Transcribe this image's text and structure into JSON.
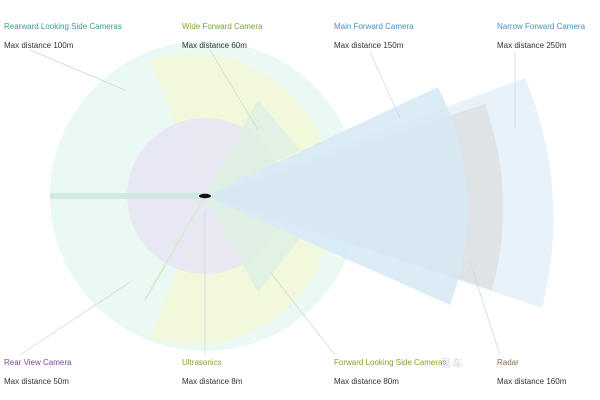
{
  "sensors": [
    {
      "key": "rearward",
      "name": "Rearward Looking Side Cameras",
      "distance": "Max distance 100m",
      "color": "#3a9a8f"
    },
    {
      "key": "wide",
      "name": "Wide Forward Camera",
      "distance": "Max distance 60m",
      "color": "#7aa33a"
    },
    {
      "key": "main",
      "name": "Main Forward Camera",
      "distance": "Max distance 150m",
      "color": "#4a8fc0"
    },
    {
      "key": "narrow",
      "name": "Narrow Forward Camera",
      "distance": "Max distance 250m",
      "color": "#4a8fc0"
    },
    {
      "key": "rear",
      "name": "Rear View Camera",
      "distance": "Max distance 50m",
      "color": "#7a4a9a"
    },
    {
      "key": "ultrasonics",
      "name": "Ultrasonics",
      "distance": "Max distance 8m",
      "color": "#8aa030"
    },
    {
      "key": "forward_side",
      "name": "Forward Looking Side Cameras",
      "distance": "Max distance 80m",
      "color": "#8aa030"
    },
    {
      "key": "radar",
      "name": "Radar",
      "distance": "Max distance 160m",
      "color": "#8a6a4a"
    }
  ],
  "colors": {
    "rearward_fill": "#e8f8f3",
    "wide_fill": "#f2f7d9",
    "main_fill": "#d6e9f6",
    "narrow_fill": "#e6f1fb",
    "radar_fill": "#dedede",
    "rear_fill": "#e8e6f4",
    "forward_side_fill": "#dff0e2",
    "car": "#111111"
  },
  "watermark": "易车"
}
